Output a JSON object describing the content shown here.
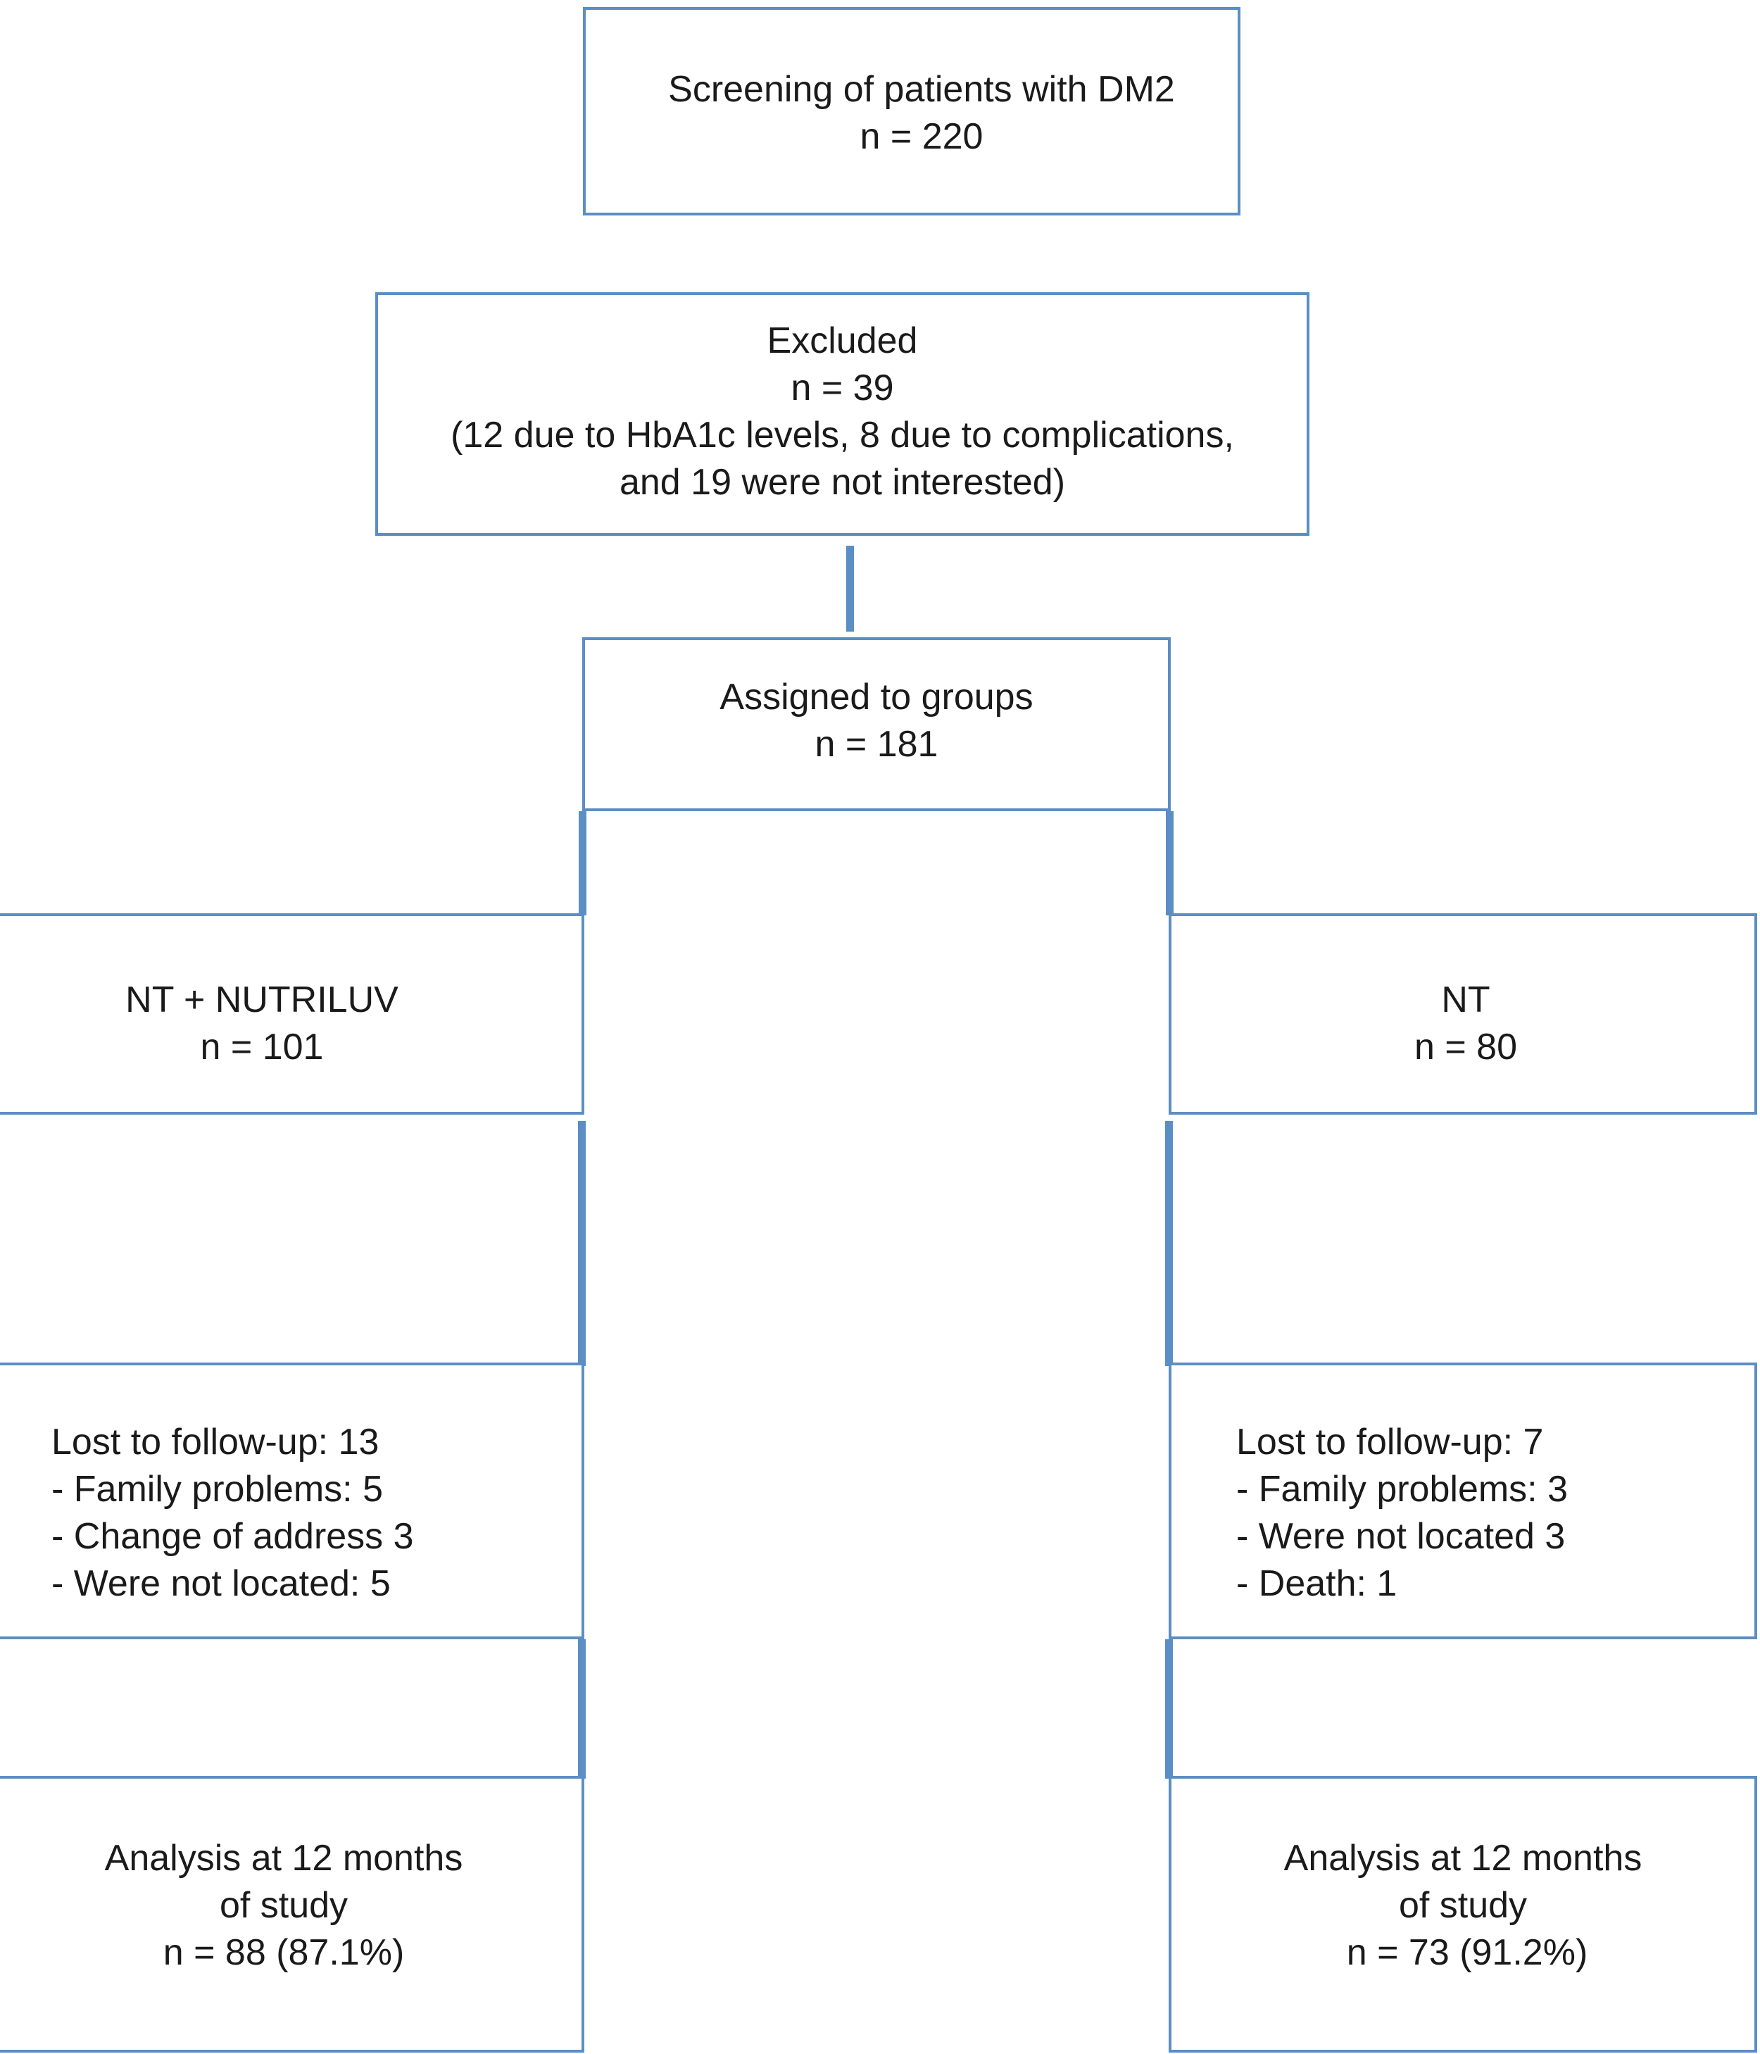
{
  "screening": {
    "title": "Screening of patients with DM2",
    "n": "n = 220"
  },
  "excluded": {
    "title": "Excluded",
    "n": "n = 39",
    "detail_1": "(12 due to HbA1c levels, 8 due to complications,",
    "detail_2": "and 19 were not interested)"
  },
  "assigned": {
    "title": "Assigned to groups",
    "n": "n = 181"
  },
  "left_arm": {
    "group": {
      "title": "NT + NUTRILUV",
      "n": "n = 101"
    },
    "lost": {
      "header": "Lost to follow-up: 13",
      "items": [
        "- Family problems: 5",
        "- Change of address 3",
        "- Were not located: 5"
      ]
    },
    "analysis": {
      "line_1": "Analysis at 12 months",
      "line_2": "of study",
      "n": "n = 88 (87.1%)"
    }
  },
  "right_arm": {
    "group": {
      "title": "NT",
      "n": "n = 80"
    },
    "lost": {
      "header": "Lost to follow-up: 7",
      "items": [
        "- Family problems: 3",
        "- Were not located 3",
        "- Death: 1"
      ]
    },
    "analysis": {
      "line_1": "Analysis at 12 months",
      "line_2": "of study",
      "n": "n = 73 (91.2%)"
    }
  },
  "colors": {
    "border": "#5b8ec4",
    "connector": "#5b8ec4",
    "text": "#1a1a1a"
  }
}
